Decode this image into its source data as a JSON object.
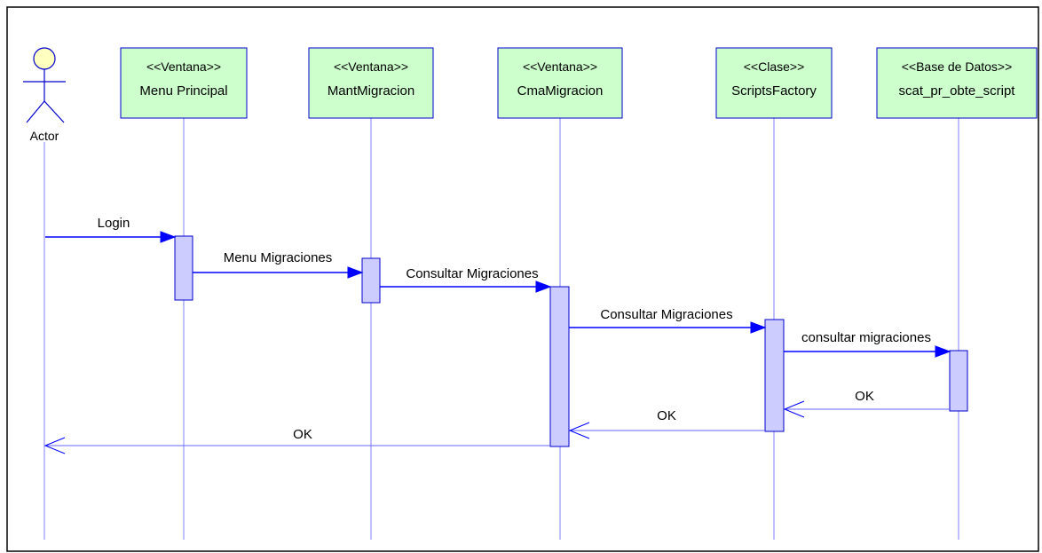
{
  "actor": {
    "label": "Actor"
  },
  "objects": [
    {
      "id": "menu",
      "stereotype": "<<Ventana>>",
      "name": "Menu Principal"
    },
    {
      "id": "mant",
      "stereotype": "<<Ventana>>",
      "name": "MantMigracion"
    },
    {
      "id": "cma",
      "stereotype": "<<Ventana>>",
      "name": "CmaMigracion"
    },
    {
      "id": "scripts",
      "stereotype": "<<Clase>>",
      "name": "ScriptsFactory"
    },
    {
      "id": "db",
      "stereotype": "<<Base de Datos>>",
      "name": "scat_pr_obte_script"
    }
  ],
  "messages": [
    {
      "label": "Login",
      "from": "actor",
      "to": "menu",
      "type": "call"
    },
    {
      "label": "Menu Migraciones",
      "from": "menu",
      "to": "mant",
      "type": "call"
    },
    {
      "label": "Consultar Migraciones",
      "from": "mant",
      "to": "cma",
      "type": "call"
    },
    {
      "label": "Consultar Migraciones",
      "from": "cma",
      "to": "scripts",
      "type": "call"
    },
    {
      "label": "consultar migraciones",
      "from": "scripts",
      "to": "db",
      "type": "call"
    },
    {
      "label": "OK",
      "from": "db",
      "to": "scripts",
      "type": "return"
    },
    {
      "label": "OK",
      "from": "scripts",
      "to": "cma",
      "type": "return"
    },
    {
      "label": "OK",
      "from": "cma",
      "to": "actor",
      "type": "return"
    }
  ]
}
